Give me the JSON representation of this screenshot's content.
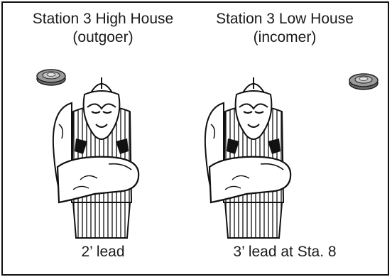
{
  "panels": [
    {
      "title": "Station 3 High House",
      "subtitle": "(outgoer)",
      "caption": "2’ lead"
    },
    {
      "title": "Station 3 Low House",
      "subtitle": "(incomer)",
      "caption": "3’ lead at Sta. 8"
    }
  ],
  "icons": [
    "clay-target-icon",
    "shotgun-sight-view-icon"
  ]
}
